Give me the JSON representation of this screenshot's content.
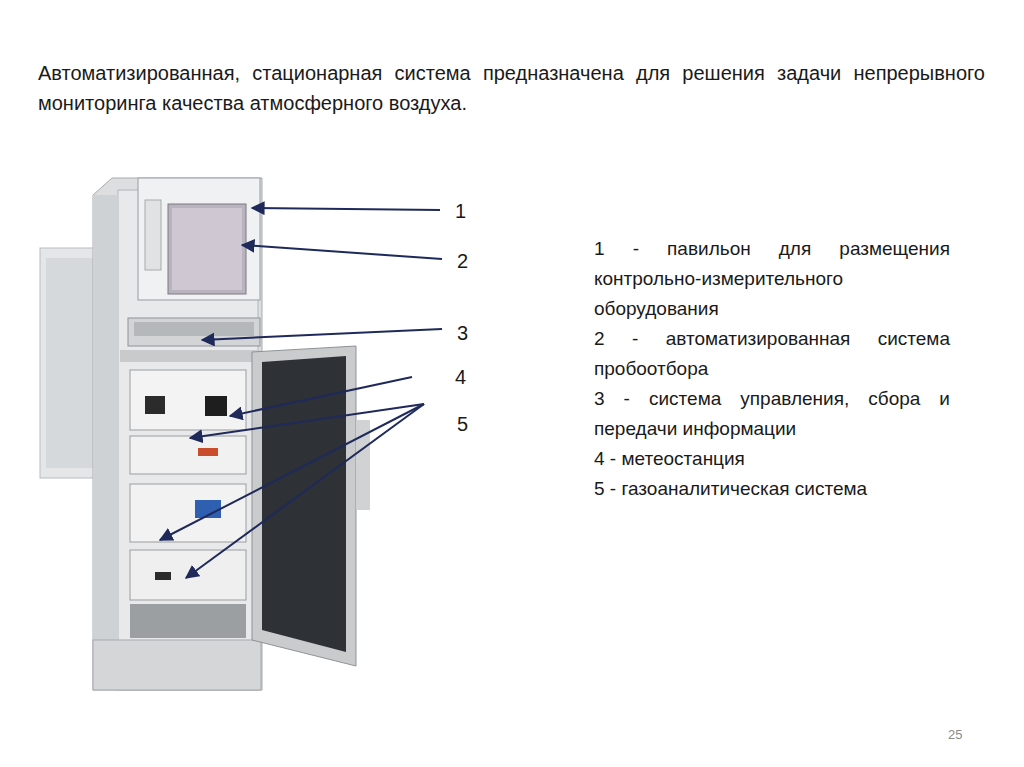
{
  "diagram": {
    "title": "Автоматизированная, стационарная система предназначена для решения задачи непрерывного мониторинга качества атмосферного воздуха.",
    "labels": [
      "1",
      "2",
      "3",
      "4",
      "5",
      "1 - павильон для размещения контрольно-измерительного оборудования",
      "2 - автоматизированная система пробоотбора",
      "3 - система управления, сбора и передачи информации",
      "4 - метеостанция",
      "5 - газоаналитическая система",
      "25"
    ]
  }
}
